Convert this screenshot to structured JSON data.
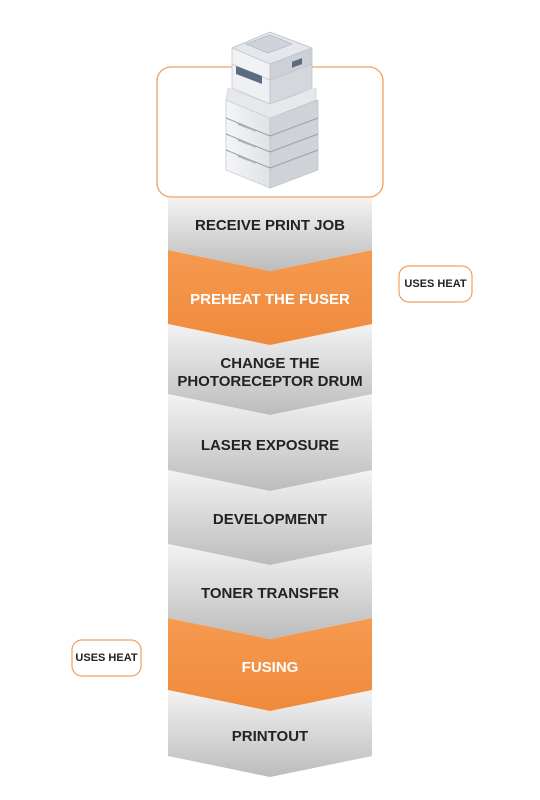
{
  "colors": {
    "accent_orange": "#F39145",
    "frame_orange": "#F0A060",
    "gray_light": "#F2F2F2",
    "gray_dark": "#BDBDBD",
    "text_dark": "#222222",
    "text_light": "#FFFFFF"
  },
  "header": {
    "image_icon": "printer-icon"
  },
  "steps": [
    {
      "label_lines": [
        "RECEIVE PRINT JOB"
      ],
      "highlight": false
    },
    {
      "label_lines": [
        "PREHEAT THE FUSER"
      ],
      "highlight": true
    },
    {
      "label_lines": [
        "CHANGE THE",
        "PHOTORECEPTOR DRUM"
      ],
      "highlight": false
    },
    {
      "label_lines": [
        "LASER EXPOSURE"
      ],
      "highlight": false
    },
    {
      "label_lines": [
        "DEVELOPMENT"
      ],
      "highlight": false
    },
    {
      "label_lines": [
        "TONER TRANSFER"
      ],
      "highlight": false
    },
    {
      "label_lines": [
        "FUSING"
      ],
      "highlight": true
    },
    {
      "label_lines": [
        "PRINTOUT"
      ],
      "highlight": false
    }
  ],
  "tags": [
    {
      "text": "USES HEAT",
      "step_index": 1
    },
    {
      "text": "USES HEAT",
      "step_index": 6
    }
  ]
}
